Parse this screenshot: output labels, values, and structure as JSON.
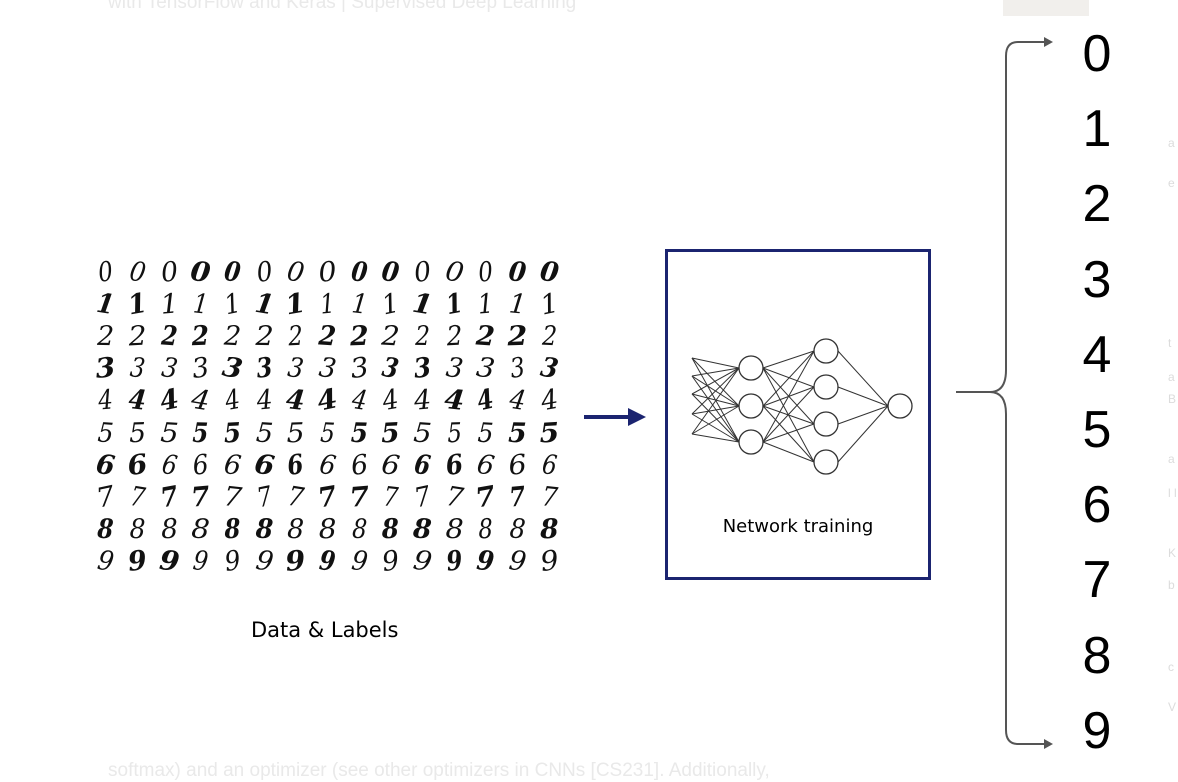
{
  "background": {
    "top_text": "with TensorFlow and Keras | Supervised Deep Learning",
    "bottom_text": "softmax) and an optimizer (see other optimizers in CNNs [CS231]. Additionally,",
    "side_fragments": [
      "a",
      "e",
      "t",
      "a",
      "B",
      "a",
      "l l",
      "K",
      "b",
      "c",
      "V"
    ]
  },
  "mnist": {
    "rows": [
      [
        "0",
        "0",
        "0",
        "0",
        "0",
        "0",
        "0",
        "0",
        "0",
        "0",
        "0",
        "0",
        "0",
        "0",
        "0"
      ],
      [
        "1",
        "1",
        "1",
        "1",
        "1",
        "1",
        "1",
        "1",
        "1",
        "1",
        "1",
        "1",
        "1",
        "1",
        "1"
      ],
      [
        "2",
        "2",
        "2",
        "2",
        "2",
        "2",
        "2",
        "2",
        "2",
        "2",
        "2",
        "2",
        "2",
        "2",
        "2"
      ],
      [
        "3",
        "3",
        "3",
        "3",
        "3",
        "3",
        "3",
        "3",
        "3",
        "3",
        "3",
        "3",
        "3",
        "3",
        "3"
      ],
      [
        "4",
        "4",
        "4",
        "4",
        "4",
        "4",
        "4",
        "4",
        "4",
        "4",
        "4",
        "4",
        "4",
        "4",
        "4"
      ],
      [
        "5",
        "5",
        "5",
        "5",
        "5",
        "5",
        "5",
        "5",
        "5",
        "5",
        "5",
        "5",
        "5",
        "5",
        "5"
      ],
      [
        "6",
        "6",
        "6",
        "6",
        "6",
        "6",
        "6",
        "6",
        "6",
        "6",
        "6",
        "6",
        "6",
        "6",
        "6"
      ],
      [
        "7",
        "7",
        "7",
        "7",
        "7",
        "7",
        "7",
        "7",
        "7",
        "7",
        "7",
        "7",
        "7",
        "7",
        "7"
      ],
      [
        "8",
        "8",
        "8",
        "8",
        "8",
        "8",
        "8",
        "8",
        "8",
        "8",
        "8",
        "8",
        "8",
        "8",
        "8"
      ],
      [
        "9",
        "9",
        "9",
        "9",
        "9",
        "9",
        "9",
        "9",
        "9",
        "9",
        "9",
        "9",
        "9",
        "9",
        "9"
      ]
    ],
    "caption": "Data & Labels"
  },
  "flow_arrow": {
    "color": "#1b2470"
  },
  "network": {
    "label": "Network training",
    "border_color": "#1b2470",
    "layers": [
      5,
      3,
      4,
      1
    ]
  },
  "outputs": [
    "0",
    "1",
    "2",
    "3",
    "4",
    "5",
    "6",
    "7",
    "8",
    "9"
  ],
  "brace": {
    "color": "#555555"
  }
}
